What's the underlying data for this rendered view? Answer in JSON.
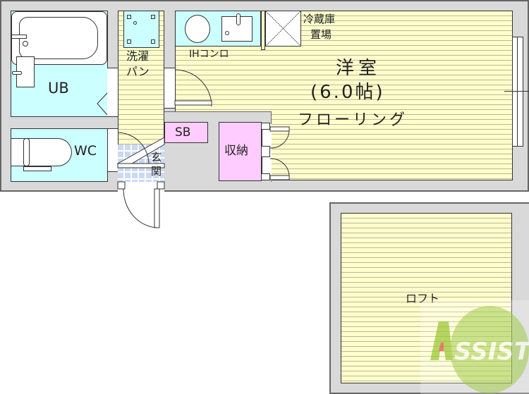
{
  "floorplan": {
    "rooms": {
      "unit_bath": {
        "label": "UB"
      },
      "toilet": {
        "label": "WC"
      },
      "laundry_pan": {
        "label_line1": "洗濯",
        "label_line2": "パン"
      },
      "kitchen": {
        "label": "IHコンロ"
      },
      "fridge_space": {
        "label_line1": "冷蔵庫",
        "label_line2": "置場"
      },
      "western_room": {
        "label": "洋室",
        "size": "(6.0帖)",
        "flooring": "フローリング"
      },
      "shoe_box": {
        "label": "SB"
      },
      "storage": {
        "label": "収納"
      },
      "entrance": {
        "label_line1": "玄",
        "label_line2": "関"
      },
      "loft": {
        "label": "ロフト"
      }
    },
    "colors": {
      "wall": "#d9d9d9",
      "wall_outline": "#666666",
      "floor": "#ffffcc",
      "wet_area": "#ccffff",
      "storage": "#ffccff",
      "entrance_tile": "#ccd9f2"
    }
  },
  "watermark": {
    "text": "ASSIST",
    "color": "#9dc83c",
    "accent": "#e8504a"
  }
}
